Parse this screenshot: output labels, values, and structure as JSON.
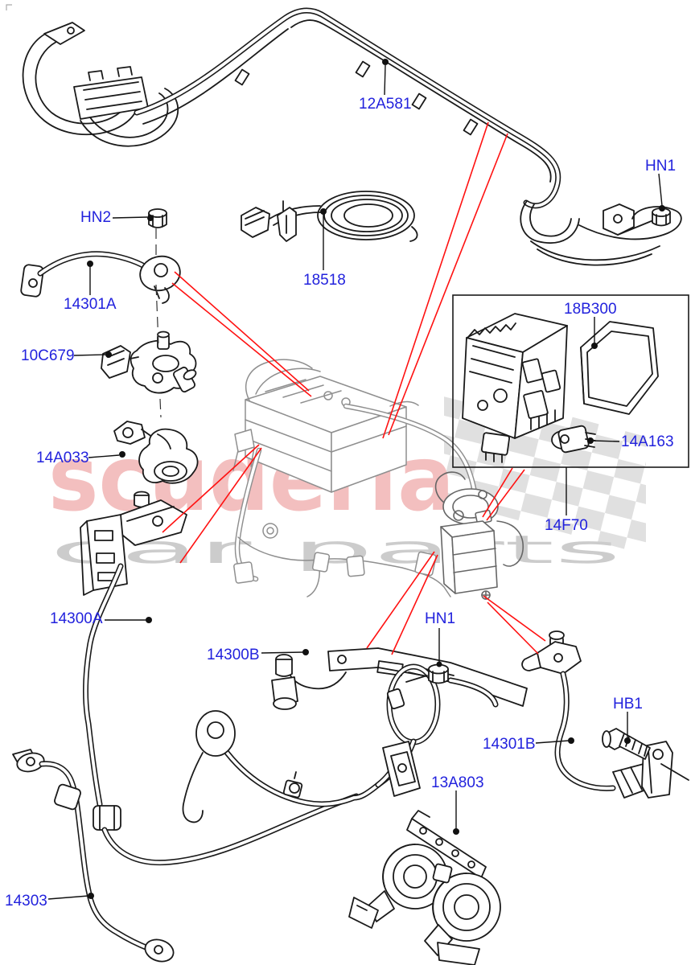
{
  "page": {
    "background": "#ffffff"
  },
  "watermark": {
    "brand": "scuderia",
    "tagline": "car parts",
    "brand_color": "#f3bfbf",
    "tagline_color": "#cccccc",
    "flag_color": "#d8d8d8"
  },
  "colors": {
    "label_blue": "#2222dd",
    "leader_red": "#ff1111",
    "line_black": "#1a1a1a",
    "reference_gray": "#8f8f8f"
  },
  "labels": {
    "main_harness": "12A581",
    "nut_top_right": "HN1",
    "nut_left": "HN2",
    "jumper_cable": "18518",
    "cable_14301A": "14301A",
    "terminal_clamp": "10C679",
    "module_cover": "18B300",
    "terminal_cap": "14A033",
    "connector": "14A163",
    "battery_tray": "14F70",
    "cable_14300A": "14300A",
    "cable_14300B": "14300B",
    "nut_center": "HN1",
    "cable_14301B": "14301B",
    "bolt": "HB1",
    "horns": "13A803",
    "cable_14303": "14303"
  }
}
